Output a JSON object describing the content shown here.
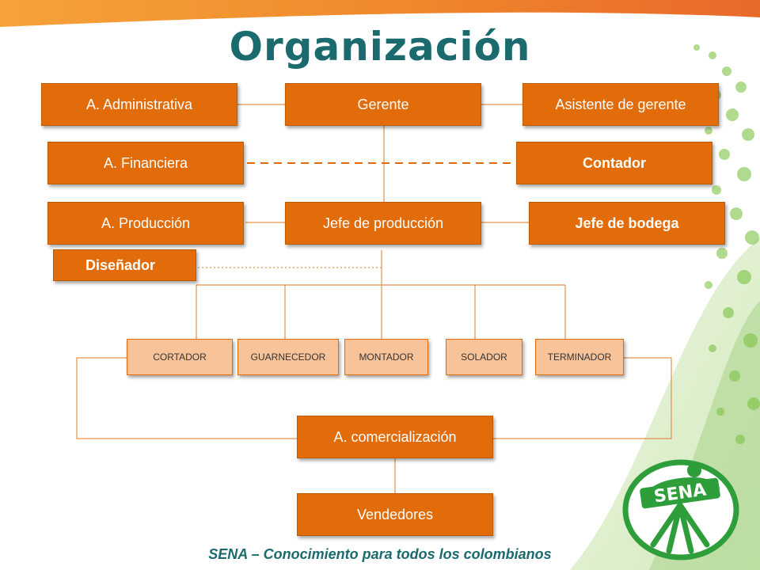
{
  "title": "Organización",
  "nodes": {
    "administrativa": "A. Administrativa",
    "gerente": "Gerente",
    "asistente": "Asistente de gerente",
    "financiera": "A. Financiera",
    "contador": "Contador",
    "produccion": "A. Producción",
    "jefe_produccion": "Jefe de producción",
    "jefe_bodega": "Jefe de bodega",
    "disenador": "Diseñador",
    "cortador": "CORTADOR",
    "guarnecedor": "GUARNECEDOR",
    "montador": "MONTADOR",
    "solador": "SOLADOR",
    "terminador": "TERMINADOR",
    "comercializacion": "A. comercialización",
    "vendedores": "Vendedores"
  },
  "logo": {
    "text": "SENA",
    "color": "#2e9e3a"
  },
  "footer": "SENA – Conocimiento para todos los colombianos",
  "colors": {
    "box": "#e36c0a",
    "box_light": "#f9c39a",
    "title": "#1b6b6e",
    "accent_green": "#7cc242"
  }
}
